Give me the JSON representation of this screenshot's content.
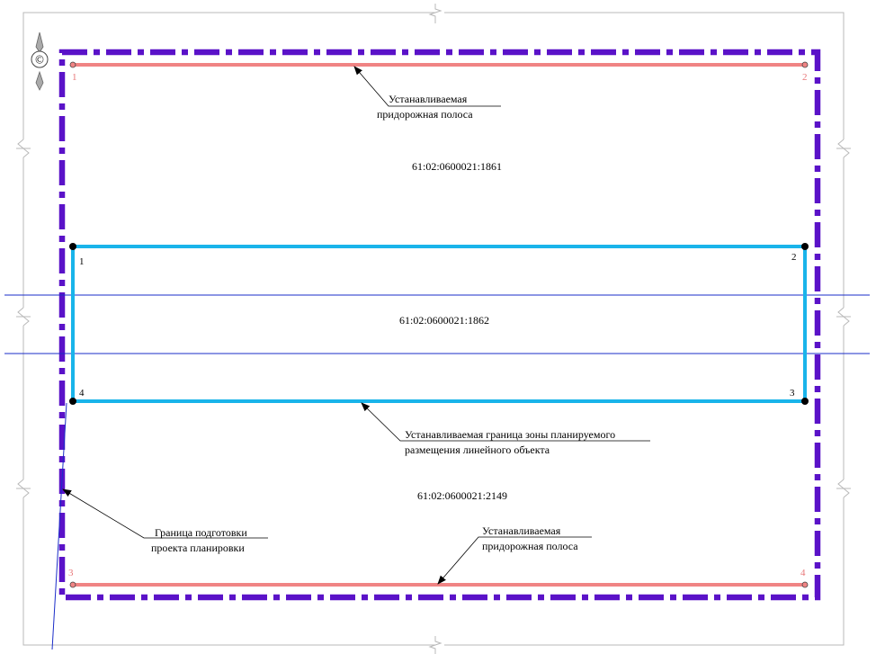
{
  "labels": {
    "top_strip_line1": "Устанавливаемая",
    "top_strip_line2": "придорожная полоса",
    "parcel_top": "61:02:0600021:1861",
    "parcel_middle": "61:02:0600021:1862",
    "parcel_bottom": "61:02:0600021:2149",
    "zone_line1": "Устанавливаемая граница зоны планируемого",
    "zone_line2": "размещения линейного объекта",
    "boundary_line1": "Граница  подготовки",
    "boundary_line2": "проекта планировки",
    "bottom_strip_line1": "Устанавливаемая",
    "bottom_strip_line2": "придорожная полоса"
  },
  "points": {
    "red": {
      "p1": "1",
      "p2": "2",
      "p3": "3",
      "p4": "4"
    },
    "black": {
      "p1": "1",
      "p2": "2",
      "p3": "3",
      "p4": "4"
    }
  },
  "copyright_symbol": "©",
  "colors": {
    "boundary": "#5a12c8",
    "zone": "#19b4ea",
    "strip": "#f08484",
    "guide": "#1a2cc8",
    "frame": "#b8b8b8",
    "leader": "#000000"
  }
}
